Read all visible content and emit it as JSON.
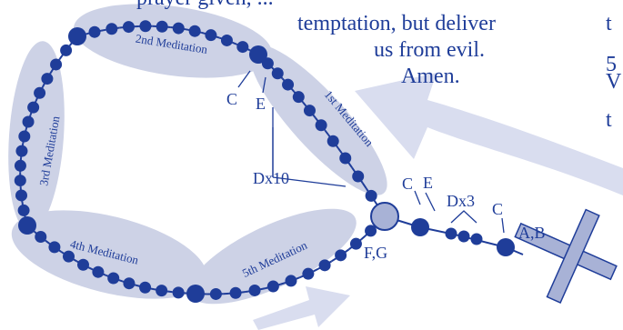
{
  "prayer_text": {
    "line0": "prayer given, ...",
    "line1": "temptation, but deliver",
    "line2": "us from evil.",
    "line3": "Amen."
  },
  "right_fragments": [
    "t",
    "5",
    "V",
    "t"
  ],
  "meditations": [
    "2nd Meditation",
    "1st Meditation",
    "3rd Meditation",
    "4th Meditation",
    "5th Meditation"
  ],
  "labels": {
    "c_top": "C",
    "e_top": "E",
    "dx10": "Dx10",
    "c_mid": "C",
    "e_mid": "E",
    "dx3": "Dx3",
    "c_right": "C",
    "ab": "A,B",
    "fg": "F,G"
  },
  "colors": {
    "bead": "#1f3d99",
    "ellipse": "#cdd2e6",
    "arrow": "#d9ddef",
    "text": "#1f3d99",
    "center_bead": "#a8b2d6"
  }
}
